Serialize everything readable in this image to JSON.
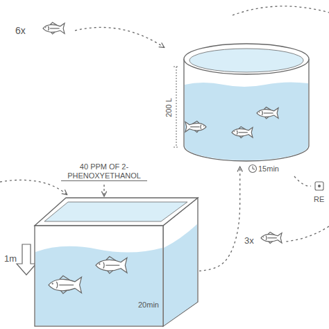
{
  "diagram": {
    "nodes": [
      {
        "text": [
          "200 L"
        ]
      },
      {
        "text": [
          "20min"
        ]
      }
    ],
    "edges": [
      {
        "from": 1,
        "to": 0,
        "arrow": "to"
      }
    ],
    "labels": [
      "6x",
      "40 PPM OF 2-PHENOXYETHANOL",
      "15min",
      "1m",
      "3x",
      "RE"
    ]
  }
}
